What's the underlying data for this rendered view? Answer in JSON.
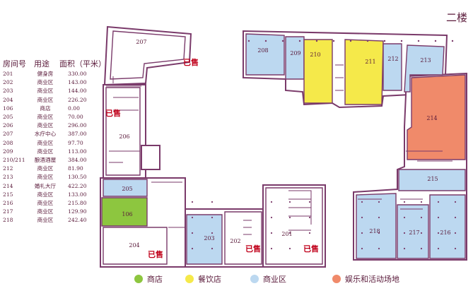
{
  "floor_title": "二楼",
  "table": {
    "headers": {
      "room": "房间号",
      "use": "用途",
      "area": "面积（平米）"
    },
    "rows": [
      {
        "room": "201",
        "use": "健身房",
        "area": "330.00"
      },
      {
        "room": "202",
        "use": "商业区",
        "area": "143.00"
      },
      {
        "room": "203",
        "use": "商业区",
        "area": "144.00"
      },
      {
        "room": "204",
        "use": "商业区",
        "area": "226.20"
      },
      {
        "room": "106",
        "use": "商店",
        "area": "0.00"
      },
      {
        "room": "205",
        "use": "商业区",
        "area": "70.00"
      },
      {
        "room": "206",
        "use": "商业区",
        "area": "296.00"
      },
      {
        "room": "207",
        "use": "水疗中心",
        "area": "387.00"
      },
      {
        "room": "208",
        "use": "商业区",
        "area": "97.70"
      },
      {
        "room": "209",
        "use": "商业区",
        "area": "113.00"
      },
      {
        "room": "210/211",
        "use": "酿酒酒屋",
        "area": "384.00"
      },
      {
        "room": "212",
        "use": "商业区",
        "area": "81.90"
      },
      {
        "room": "213",
        "use": "商业区",
        "area": "130.50"
      },
      {
        "room": "214",
        "use": "婚礼大厅",
        "area": "422.20"
      },
      {
        "room": "215",
        "use": "商业区",
        "area": "133.00"
      },
      {
        "room": "216",
        "use": "商业区",
        "area": "215.80"
      },
      {
        "room": "217",
        "use": "商业区",
        "area": "129.90"
      },
      {
        "room": "218",
        "use": "商业区",
        "area": "242.40"
      }
    ]
  },
  "map": {
    "rooms": [
      {
        "id": "207",
        "category": "none"
      },
      {
        "id": "206",
        "category": "none"
      },
      {
        "id": "205",
        "category": "commercial"
      },
      {
        "id": "106",
        "category": "shop"
      },
      {
        "id": "204",
        "category": "none"
      },
      {
        "id": "203",
        "category": "commercial"
      },
      {
        "id": "202",
        "category": "none"
      },
      {
        "id": "201",
        "category": "none"
      },
      {
        "id": "208",
        "category": "commercial"
      },
      {
        "id": "209",
        "category": "commercial"
      },
      {
        "id": "210",
        "category": "dining"
      },
      {
        "id": "211",
        "category": "dining"
      },
      {
        "id": "212",
        "category": "commercial"
      },
      {
        "id": "213",
        "category": "commercial"
      },
      {
        "id": "214",
        "category": "entertainment"
      },
      {
        "id": "215",
        "category": "commercial"
      },
      {
        "id": "218",
        "category": "commercial"
      },
      {
        "id": "217",
        "category": "commercial"
      },
      {
        "id": "216",
        "category": "commercial"
      }
    ],
    "sold_label": "已售",
    "sold_marks": [
      "207",
      "206",
      "204",
      "202",
      "201"
    ]
  },
  "legend": [
    {
      "label": "商店",
      "color": "#8dc63f"
    },
    {
      "label": "餐饮店",
      "color": "#f5e94a"
    },
    {
      "label": "商业区",
      "color": "#bcd8f0"
    },
    {
      "label": "娱乐和活动场地",
      "color": "#f08a6a"
    }
  ],
  "colors": {
    "wall": "#7a3a6a",
    "shop": "#8dc63f",
    "dining": "#f5e94a",
    "commercial": "#bcd8f0",
    "entertainment": "#f08a6a",
    "sold_text": "#c0001a",
    "label_text": "#5a1a3a"
  }
}
